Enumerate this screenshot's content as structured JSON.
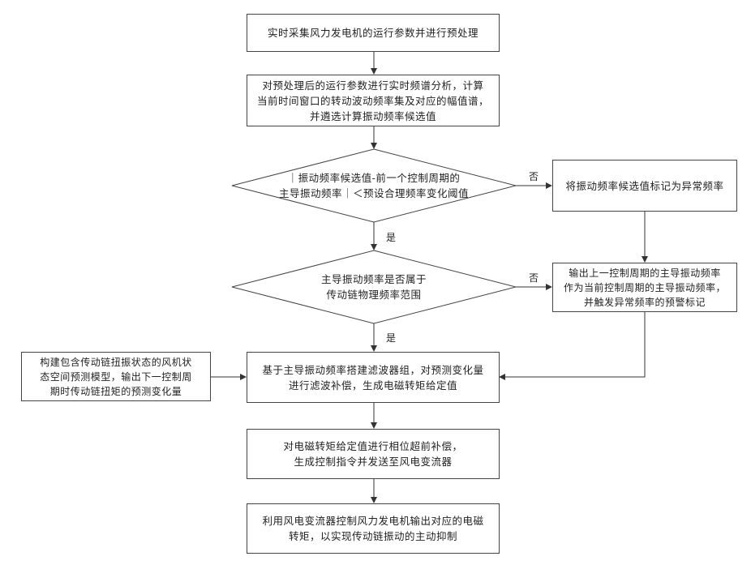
{
  "steps": {
    "s1": "实时采集风力发电机的运行参数并进行预处理",
    "s2": [
      "对预处理后的运行参数进行实时频谱分析，计算",
      "当前时间窗口的转动波动频率集及对应的幅值谱，",
      "并遴选计算振动频率候选值"
    ],
    "d1": [
      "｜振动频率候选值-前一个控制周期的",
      "主导振动频率｜＜预设合理频率变化阈值"
    ],
    "r1": "将振动频率候选值标记为异常频率",
    "d2": [
      "主导振动频率是否属于",
      "传动链物理频率范围"
    ],
    "r2": [
      "输出上一控制周期的主导振动频率",
      "作为当前控制周期的主导振动频率，",
      "并触发异常频率的预警标记"
    ],
    "left": [
      "构建包含传动链扭振状态的风机状",
      "态空间预测模型，输出下一控制周",
      "期时传动链扭矩的预测变化量"
    ],
    "s4": [
      "基于主导振动频率搭建滤波器组，对预测变化量",
      "进行滤波补偿，生成电磁转矩给定值"
    ],
    "s5": [
      "对电磁转矩给定值进行相位超前补偿，",
      "生成控制指令并发送至风电变流器"
    ],
    "s6": [
      "利用风电变流器控制风力发电机输出对应的电磁",
      "转矩，以实现传动链振动的主动抑制"
    ]
  },
  "labels": {
    "no1": "否",
    "yes1": "是",
    "no2": "否",
    "yes2": "是"
  }
}
